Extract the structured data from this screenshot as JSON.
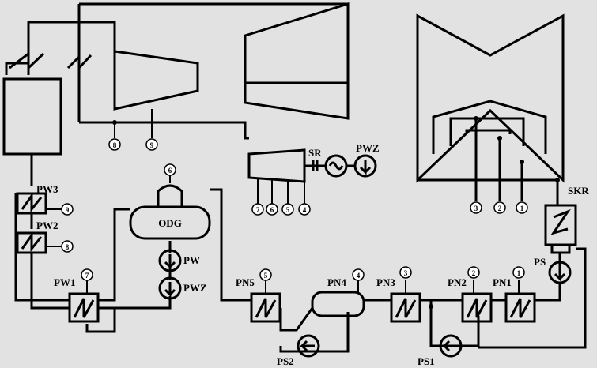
{
  "diagram": {
    "labels": {
      "sr": "SR",
      "pwz_gen": "PWZ",
      "skr": "SKR",
      "ps": "PS",
      "pw3": "PW3",
      "pw2": "PW2",
      "pw1": "PW1",
      "odg": "ODG",
      "pw": "PW",
      "pwz_pump": "PWZ",
      "pn5": "PN5",
      "pn4": "PN4",
      "pn3": "PN3",
      "pn2": "PN2",
      "pn1": "PN1",
      "ps2": "PS2",
      "ps1": "PS1"
    },
    "nodes": {
      "lp1": "1",
      "lp2": "2",
      "lp3": "3",
      "hp8": "8",
      "hp9": "9",
      "ip7": "7",
      "ip6": "6",
      "ip5": "5",
      "ip4": "4",
      "odg6": "6",
      "pw3_9": "9",
      "pw2_8": "8",
      "pw1_7": "7",
      "pn5_5": "5",
      "pn4_4": "4",
      "pn3_3": "3",
      "pn2_2": "2",
      "pn1_1": "1"
    }
  }
}
